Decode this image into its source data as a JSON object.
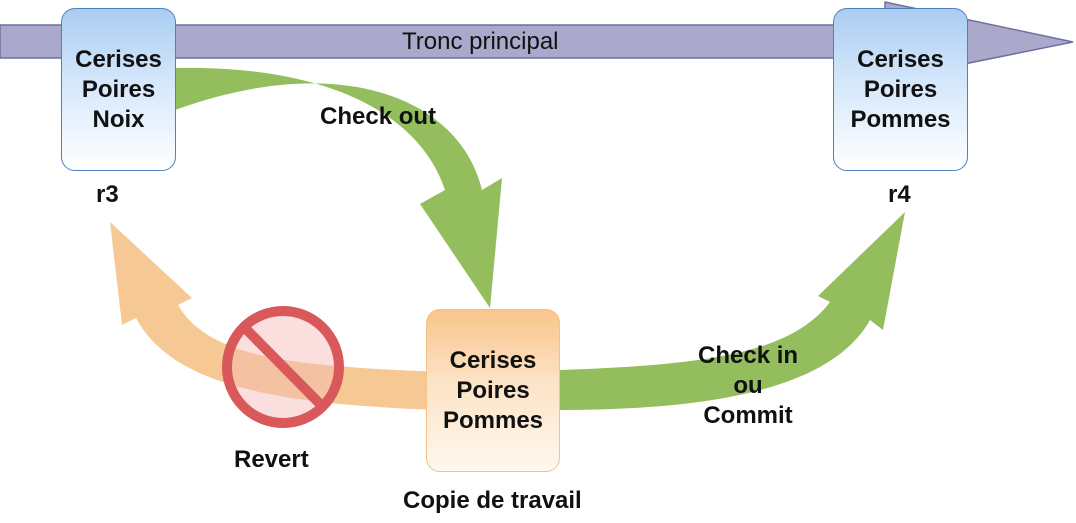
{
  "trunk": {
    "label": "Tronc principal"
  },
  "boxes": {
    "r3": {
      "lines": [
        "Cerises",
        "Poires",
        "Noix"
      ],
      "caption": "r3"
    },
    "r4": {
      "lines": [
        "Cerises",
        "Poires",
        "Pommes"
      ],
      "caption": "r4"
    },
    "working": {
      "lines": [
        "Cerises",
        "Poires",
        "Pommes"
      ],
      "caption": "Copie de travail"
    }
  },
  "arrows": {
    "checkout": {
      "label": "Check out"
    },
    "checkin": {
      "lines": [
        "Check in",
        "ou",
        "Commit"
      ]
    },
    "revert": {
      "label": "Revert"
    }
  },
  "colors": {
    "trunk_fill": "#aaa9cb",
    "trunk_stroke": "#6f6fa0",
    "green_arrow": "#94bd5e",
    "orange_arrow": "#f6c894",
    "blue_box_border": "#4f81bd",
    "orange_box_border": "#f3c189",
    "prohibit_red": "#d9595a"
  },
  "icons": {
    "revert_symbol": "prohibited-icon"
  }
}
